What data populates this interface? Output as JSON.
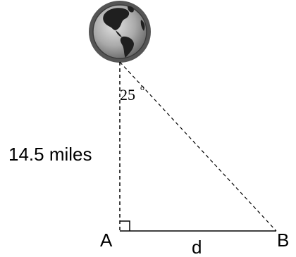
{
  "labels": {
    "vertical_side": "14.5 miles",
    "angle": "25",
    "angle_unit": "o",
    "point_a": "A",
    "point_b": "B",
    "horizontal_side": "d"
  },
  "icons": {
    "globe": "earth-globe-icon",
    "right_angle": "right-angle-marker"
  },
  "colors": {
    "line": "#000000",
    "globe_rim": "#6f6f6f",
    "globe_ocean": "#bdbdbd",
    "globe_land": "#1f1f1f"
  }
}
